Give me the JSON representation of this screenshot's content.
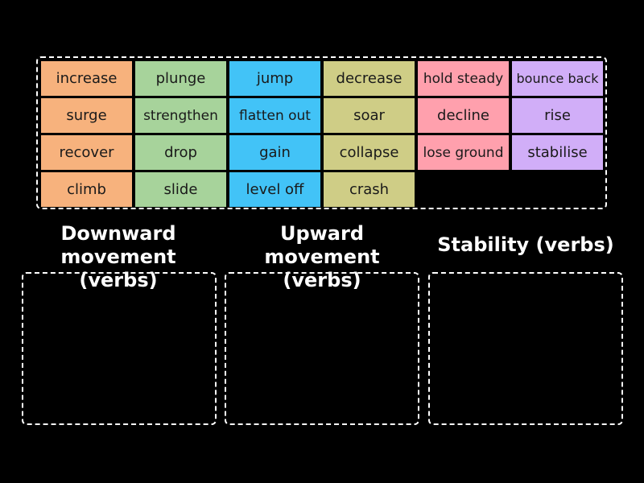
{
  "colors": {
    "orange": "#f7b27d",
    "green": "#a7d39b",
    "blue": "#42c3f7",
    "olive": "#cfcd86",
    "pink": "#ffa0ad",
    "purple": "#d1aef8"
  },
  "tiles": [
    {
      "label": "increase",
      "color": "orange"
    },
    {
      "label": "plunge",
      "color": "green"
    },
    {
      "label": "jump",
      "color": "blue"
    },
    {
      "label": "decrease",
      "color": "olive"
    },
    {
      "label": "hold steady",
      "color": "pink"
    },
    {
      "label": "bounce back",
      "color": "purple"
    },
    {
      "label": "surge",
      "color": "orange"
    },
    {
      "label": "strengthen",
      "color": "green"
    },
    {
      "label": "flatten out",
      "color": "blue"
    },
    {
      "label": "soar",
      "color": "olive"
    },
    {
      "label": "decline",
      "color": "pink"
    },
    {
      "label": "rise",
      "color": "purple"
    },
    {
      "label": "recover",
      "color": "orange"
    },
    {
      "label": "drop",
      "color": "green"
    },
    {
      "label": "gain",
      "color": "blue"
    },
    {
      "label": "collapse",
      "color": "olive"
    },
    {
      "label": "lose ground",
      "color": "pink"
    },
    {
      "label": "stabilise",
      "color": "purple"
    },
    {
      "label": "climb",
      "color": "orange"
    },
    {
      "label": "slide",
      "color": "green"
    },
    {
      "label": "level off",
      "color": "blue"
    },
    {
      "label": "crash",
      "color": "olive"
    }
  ],
  "categories": {
    "downward": {
      "line1": "Downward",
      "line2": "movement (verbs)"
    },
    "upward": {
      "line1": "Upward",
      "line2": "movement (verbs)"
    },
    "stability": {
      "line1": "Stability (verbs)"
    }
  }
}
